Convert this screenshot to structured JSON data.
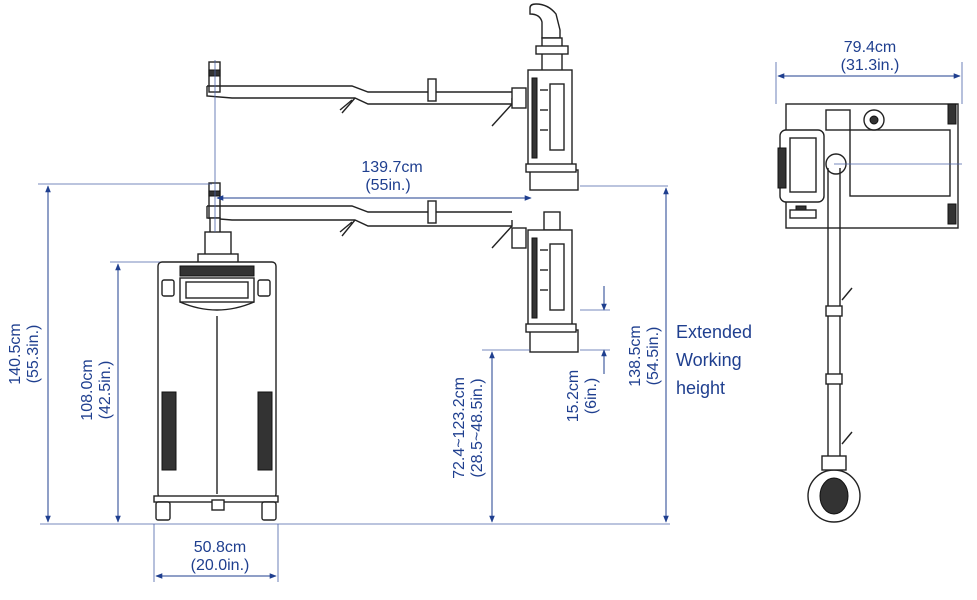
{
  "dimensions": {
    "total_height": {
      "metric": "140.5cm",
      "imperial": "(55.3in.)"
    },
    "body_height": {
      "metric": "108.0cm",
      "imperial": "(42.5in.)"
    },
    "base_width": {
      "metric": "50.8cm",
      "imperial": "(20.0in.)"
    },
    "arm_reach": {
      "metric": "139.7cm",
      "imperial": "(55in.)"
    },
    "working_range": {
      "metric": "72.4~123.2cm",
      "imperial": "(28.5~48.5in.)"
    },
    "head_offset": {
      "metric": "15.2cm",
      "imperial": "(6in.)"
    },
    "extended_height": {
      "metric": "138.5cm",
      "imperial": "(54.5in.)"
    },
    "top_width": {
      "metric": "79.4cm",
      "imperial": "(31.3in.)"
    }
  },
  "annotation": {
    "line1": "Extended",
    "line2": "Working",
    "line3": "height"
  },
  "colors": {
    "dimension": "#1f3f8f",
    "machine": "#222222"
  }
}
